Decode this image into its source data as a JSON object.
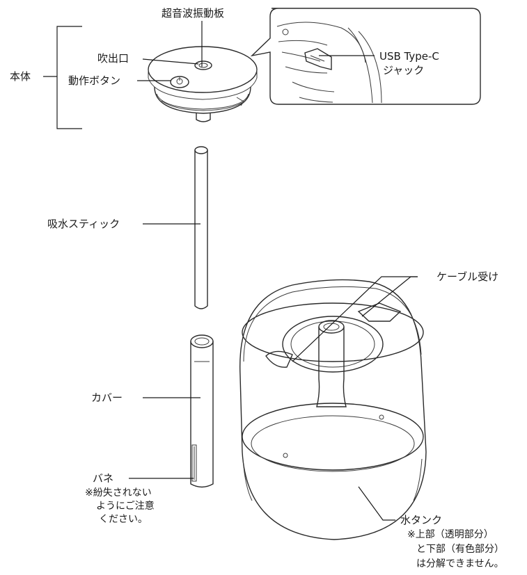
{
  "labels": {
    "ultrasonic_plate": "超音波振動板",
    "body": "本体",
    "outlet": "吹出口",
    "operation_button": "動作ボタン",
    "usb_line1": "USB Type-C",
    "usb_line2": "ジャック",
    "wick": "吸水スティック",
    "cable_holder": "ケーブル受け",
    "cover": "カバー",
    "spring": "バネ",
    "spring_note_line1": "※紛失されない",
    "spring_note_line2": "ようにご注意",
    "spring_note_line3": "ください。",
    "tank": "水タンク",
    "tank_note_line1": "※上部（透明部分）",
    "tank_note_line2": "と下部（有色部分）",
    "tank_note_line3": "は分解できません。"
  }
}
